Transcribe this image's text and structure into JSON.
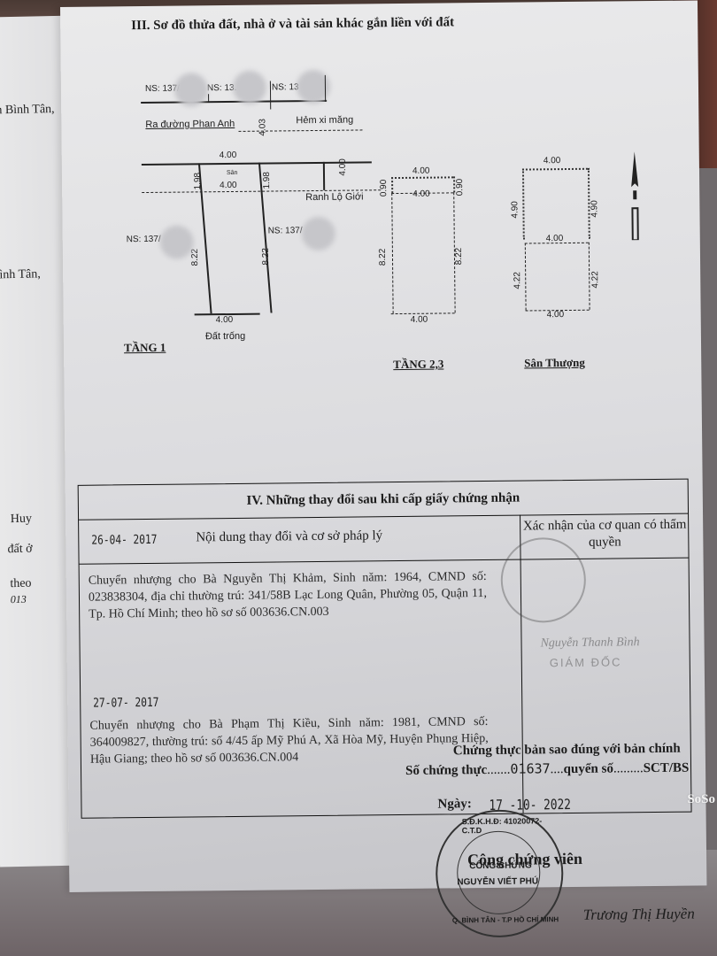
{
  "left_page": {
    "lines": [
      "uận Bình Tân,",
      "Bình Tân,",
      "Huy",
      "đất ở",
      "theo",
      "013"
    ]
  },
  "section3": {
    "title": "III. Sơ đồ thửa đất, nhà ở và tài sản khác gắn liền với đất",
    "neighbors_top": [
      "NS: 137/",
      "NS: 13.",
      "NS: 13"
    ],
    "road_left": "Ra đường Phan Anh",
    "road_right": "Hẻm xi măng",
    "road_width": "4.03",
    "boundary_label": "Ranh Lộ Giới",
    "boundary_depth": "4.00",
    "neighbor_left": "NS: 137/",
    "neighbor_right": "NS: 137/",
    "floor1": {
      "label": "TẦNG 1",
      "sublabel": "Đất trống",
      "yard_label": "Sân",
      "top_width": "4.00",
      "mid_width": "4.00",
      "bottom_width": "4.00",
      "setback_left": "1.98",
      "setback_right": "1.98",
      "depth_left": "8.22",
      "depth_right": "8.22"
    },
    "floor23": {
      "label": "TẦNG 2,3",
      "top_width": "4.00",
      "inner_width": "4.00",
      "bottom_width": "4.00",
      "balcony_left": "0.90",
      "balcony_right": "0.90",
      "depth_left": "8.22",
      "depth_right": "8.22"
    },
    "rooftop": {
      "label": "Sân Thượng",
      "top_width": "4.00",
      "mid_width": "4.00",
      "bottom_width": "4.00",
      "upper_left": "4.90",
      "upper_right": "4.90",
      "lower_left": "4.22",
      "lower_right": "4.22"
    },
    "north_arrow": "north-arrow"
  },
  "section4": {
    "title": "IV. Những thay đổi sau khi cấp giấy chứng nhận",
    "header_date": "26-04- 2017",
    "header_content": "Nội dung thay đổi và cơ sở pháp lý",
    "header_confirm": "Xác nhận của cơ quan có thẩm quyền",
    "entries": [
      {
        "text": "Chuyển nhượng cho Bà Nguyễn Thị Khảm, Sinh năm: 1964, CMND số: 023838304, địa chỉ thường trú: 341/58B Lạc Long Quân, Phường 05, Quận 11, Tp. Hồ Chí Minh; theo hồ sơ số 003636.CN.003"
      },
      {
        "date": "27-07- 2017",
        "text": "Chuyển nhượng cho Bà Phạm Thị Kiều, Sinh năm: 1981, CMND số: 364009827, thường trú: số 4/45 ấp Mỹ Phú A, Xã Hòa Mỹ, Huyện Phụng Hiệp, Hậu Giang; theo hồ sơ số 003636.CN.004"
      }
    ],
    "official_stamp": {
      "signer": "Nguyễn Thanh Bình",
      "title": "GIÁM ĐỐC"
    }
  },
  "certification": {
    "line1": "Chứng thực bản sao đúng với bản chính",
    "line2_prefix": "Số chứng thực",
    "number": "01637",
    "line2_middle": "quyển số",
    "line2_suffix": "SCT/BS",
    "date_label": "Ngày:",
    "date_value": "17 -10- 2022",
    "role": "Công chứng viên",
    "stamp_outer": "S.Đ.K.H.Đ: 41020072-C.T.D",
    "stamp_bottom": "Q. BÌNH TÂN - T.P HỒ CHÍ MINH",
    "stamp_center_1": "CÔNG CHỨNG",
    "stamp_center_2": "NGUYỄN VIẾT PHÚ",
    "signature": "Trương Thị Huyền"
  },
  "watermark": "SoSo"
}
